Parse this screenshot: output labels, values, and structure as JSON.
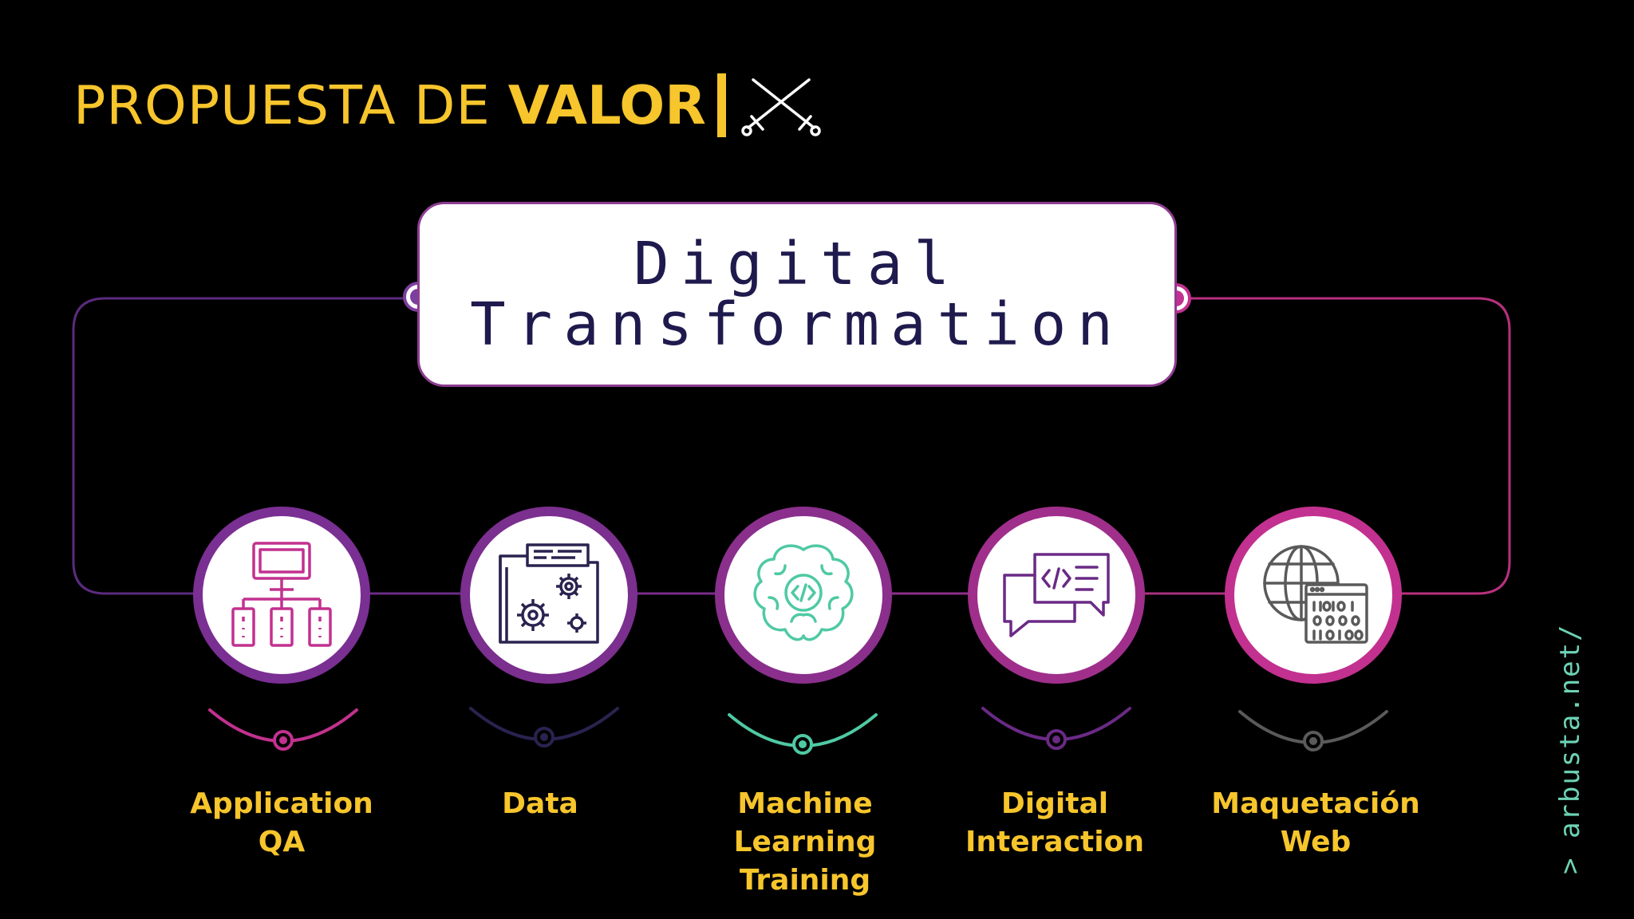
{
  "header": {
    "title_light": "PROPUESTA DE",
    "title_bold": "VALOR",
    "emblem_icon": "crossed-swords-icon"
  },
  "center_box": {
    "line1": "Digital",
    "line2": "Transformation"
  },
  "colors": {
    "background": "#000000",
    "accent_yellow": "#f7c52c",
    "deep_purple": "#1f1a4d",
    "purple": "#7b2f8e",
    "magenta": "#c2318f",
    "teal": "#4fc9a4",
    "gray": "#5a5a5a"
  },
  "items": [
    {
      "label_lines": [
        "Application",
        "QA"
      ],
      "icon": "network-hierarchy-icon",
      "color": "#c2318f"
    },
    {
      "label_lines": [
        "Data"
      ],
      "icon": "data-folder-gears-icon",
      "color": "#2a2350"
    },
    {
      "label_lines": [
        "Machine",
        "Learning",
        "Training"
      ],
      "icon": "brain-code-icon",
      "color": "#4fc9a4"
    },
    {
      "label_lines": [
        "Digital",
        "Interaction"
      ],
      "icon": "code-chat-icon",
      "color": "#6a2a85"
    },
    {
      "label_lines": [
        "Maquetación",
        "Web"
      ],
      "icon": "globe-binary-icon",
      "color": "#5a5a5a"
    }
  ],
  "footer": {
    "site": "> arbusta.net/"
  }
}
